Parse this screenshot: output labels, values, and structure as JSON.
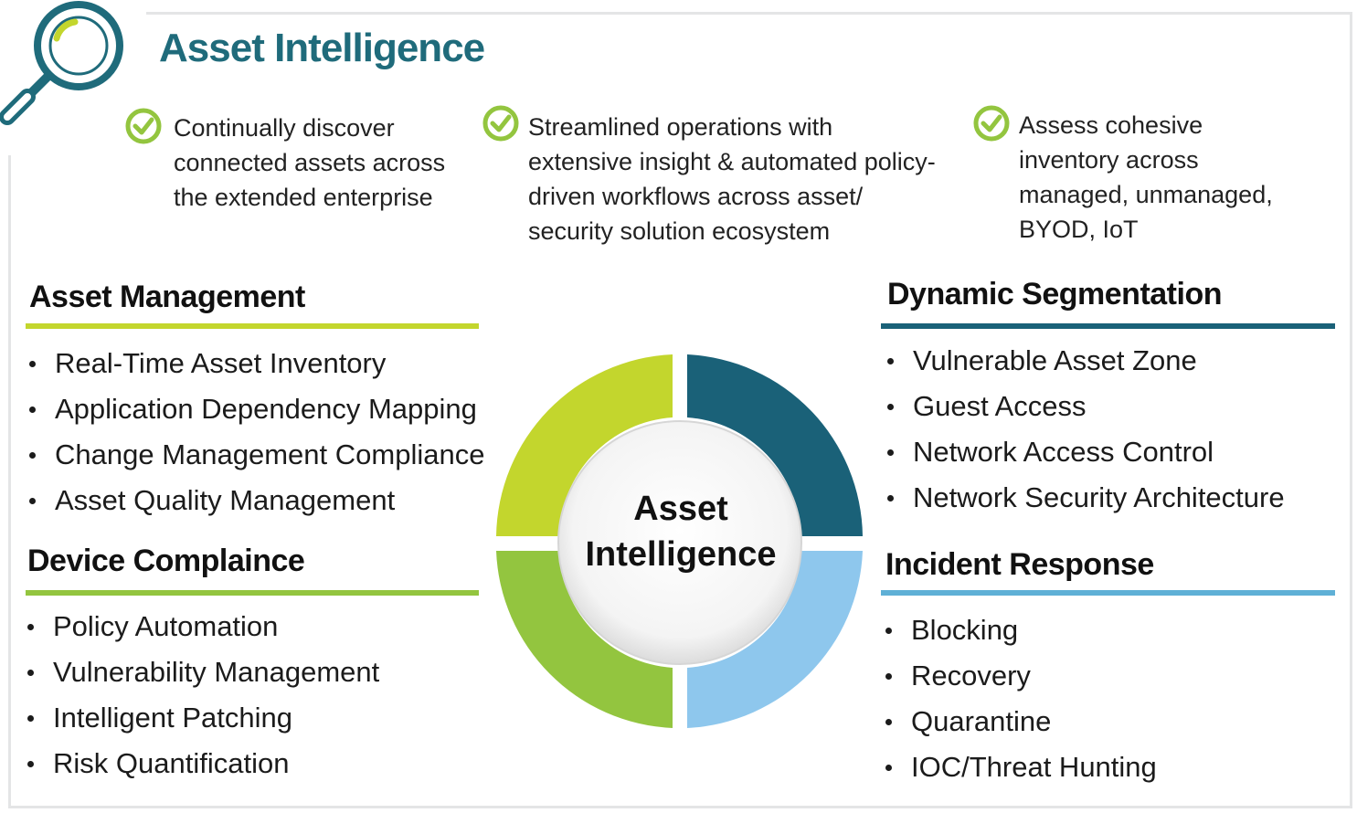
{
  "header": {
    "title": "Asset Intelligence",
    "icon": "magnifier-icon"
  },
  "highlights": [
    {
      "icon": "check-circle-icon",
      "lines": [
        "Continually discover",
        "connected assets across",
        "the extended enterprise"
      ]
    },
    {
      "icon": "check-circle-icon",
      "lines": [
        "Streamlined operations with",
        "extensive insight & automated policy-",
        "driven workflows across asset/",
        "security solution ecosystem"
      ]
    },
    {
      "icon": "check-circle-icon",
      "lines": [
        "Assess cohesive",
        "inventory across",
        "managed, unmanaged,",
        "BYOD, IoT"
      ]
    }
  ],
  "sections": {
    "asset_management": {
      "title": "Asset Management",
      "color": "#c3d62d",
      "items": [
        "Real-Time Asset Inventory",
        "Application Dependency Mapping",
        "Change Management Compliance",
        "Asset Quality Management"
      ]
    },
    "device_compliance": {
      "title": "Device Complaince",
      "color": "#93c53f",
      "items": [
        "Policy Automation",
        "Vulnerability Management",
        "Intelligent Patching",
        "Risk Quantification"
      ]
    },
    "dynamic_segmentation": {
      "title": "Dynamic Segmentation",
      "color": "#1a6178",
      "items": [
        "Vulnerable Asset Zone",
        "Guest Access",
        "Network Access Control",
        "Network Security Architecture"
      ]
    },
    "incident_response": {
      "title": "Incident Response",
      "color": "#5fb0d6",
      "items": [
        "Blocking",
        "Recovery",
        "Quarantine",
        "IOC/Threat Hunting"
      ]
    }
  },
  "wheel": {
    "center_lines": [
      "Asset",
      "Intelligence"
    ],
    "quadrants": [
      {
        "position": "top-left",
        "color": "#c3d62d"
      },
      {
        "position": "top-right",
        "color": "#1a6178"
      },
      {
        "position": "bottom-right",
        "color": "#8ec7ed"
      },
      {
        "position": "bottom-left",
        "color": "#93c53f"
      }
    ]
  },
  "colors": {
    "title": "#1f6b7b",
    "check": "#93c53f",
    "frame": "#e4e5e6"
  }
}
